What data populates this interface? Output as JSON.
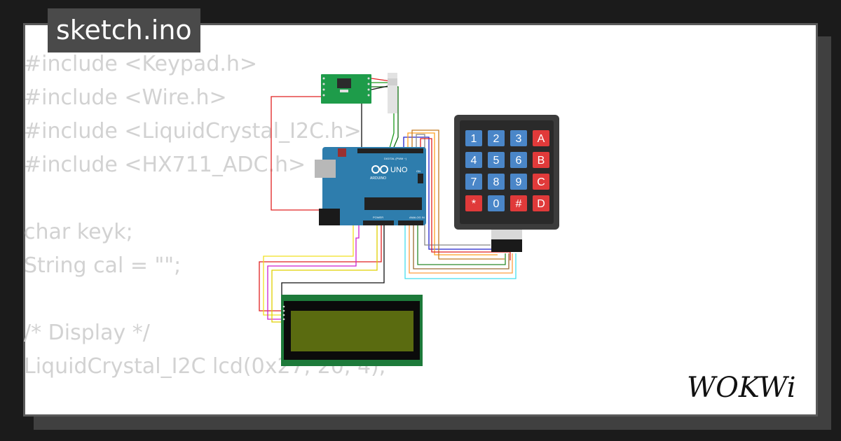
{
  "title": "sketch.ino",
  "code_lines": [
    "#include <Keypad.h>",
    "#include <Wire.h>",
    "#include <LiquidCrystal_I2C.h>",
    "#include <HX711_ADC.h>",
    "",
    "char keyk;",
    "String cal = \"\";",
    "",
    "/* Display */",
    "LiquidCrystal_I2C lcd(0x27, 20, 4);"
  ],
  "keypad": {
    "rows": [
      [
        "1",
        "2",
        "3",
        "A"
      ],
      [
        "4",
        "5",
        "6",
        "B"
      ],
      [
        "7",
        "8",
        "9",
        "C"
      ],
      [
        "*",
        "0",
        "#",
        "D"
      ]
    ]
  },
  "arduino": {
    "uno_label": "UNO",
    "brand_label": "ARDUINO",
    "digital_label": "DIGITAL (PWM ~)",
    "analog_label": "ANALOG IN",
    "power_label": "POWER",
    "on_label": "ON"
  },
  "logo": "WOKWi",
  "colors": {
    "background": "#1b1b1b",
    "card": "#ffffff",
    "title_bg": "#4a4a4a",
    "code_text": "#d2d2d2",
    "arduino_blue": "#2e7dad",
    "hx711_green": "#1e9c4a",
    "lcd_green": "#1d7a3a",
    "lcd_screen": "#5a6b10",
    "keypad_body": "#3c3c3c",
    "key_blue": "#4a86c8",
    "key_red": "#e03a3a"
  }
}
